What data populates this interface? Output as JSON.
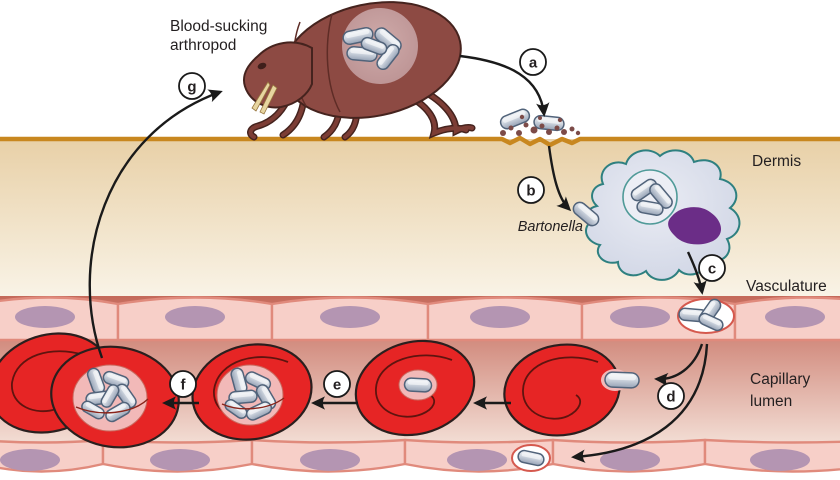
{
  "diagram": {
    "labels": {
      "arthropod_line1": "Blood-sucking",
      "arthropod_line2": "arthropod",
      "dermis": "Dermis",
      "vasculature": "Vasculature",
      "capillary_line1": "Capillary",
      "capillary_line2": "lumen",
      "bartonella": "Bartonella"
    },
    "steps": {
      "a": "a",
      "b": "b",
      "c": "c",
      "d": "d",
      "e": "e",
      "f": "f",
      "g": "g"
    },
    "colors": {
      "skin_line": "#c8871f",
      "dermis_top": "#e8d0a7",
      "dermis_bottom": "#f9f3e6",
      "capillary_lumen_top": "#c4695a",
      "capillary_lumen_bottom": "#f3ded5",
      "endothelium_fill": "#f7cfc8",
      "endothelium_border": "#e08a7c",
      "endothelium_nucleus": "#b495b2",
      "red_blood_cell": "#e62525",
      "rbc_outline": "#2a1f1e",
      "rbc_vacuole": "#f2b9b8",
      "bacterium_fill": "#ccd3dd",
      "bacterium_outline": "#51637a",
      "immune_cell_fill": "#dfe2ee",
      "immune_cell_outline": "#2e8080",
      "immune_cell_nucleus": "#6b2d87",
      "flea_body": "#8d4a43",
      "flea_outline": "#45231e",
      "arrow": "#1a1a1a"
    }
  }
}
